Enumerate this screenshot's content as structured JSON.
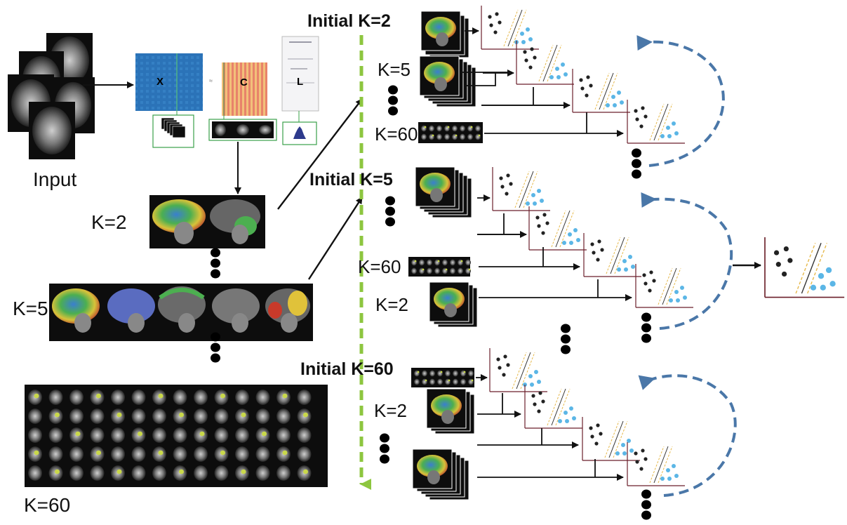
{
  "input_label": "Input",
  "matrices": {
    "x": "X",
    "c": "C",
    "l": "L",
    "eq_sign": "≈"
  },
  "left_labels": {
    "k2": "K=2",
    "k5": "K=5",
    "k60": "K=60"
  },
  "groups": [
    {
      "title": "Initial K=2",
      "rows": [
        "K=5",
        "K=60"
      ]
    },
    {
      "title": "Initial K=5",
      "rows": [
        "K=60",
        "K=2"
      ]
    },
    {
      "title": "Initial K=60",
      "rows": [
        "K=2"
      ]
    }
  ],
  "colors": {
    "dashed_axis": "#8dc63f",
    "feedback_arrow": "#4a77a8",
    "matrix_x": "#2b6fb5",
    "matrix_c": "#e07a5f",
    "box_border": "#3aa04a",
    "brain_bg": "#111111"
  }
}
